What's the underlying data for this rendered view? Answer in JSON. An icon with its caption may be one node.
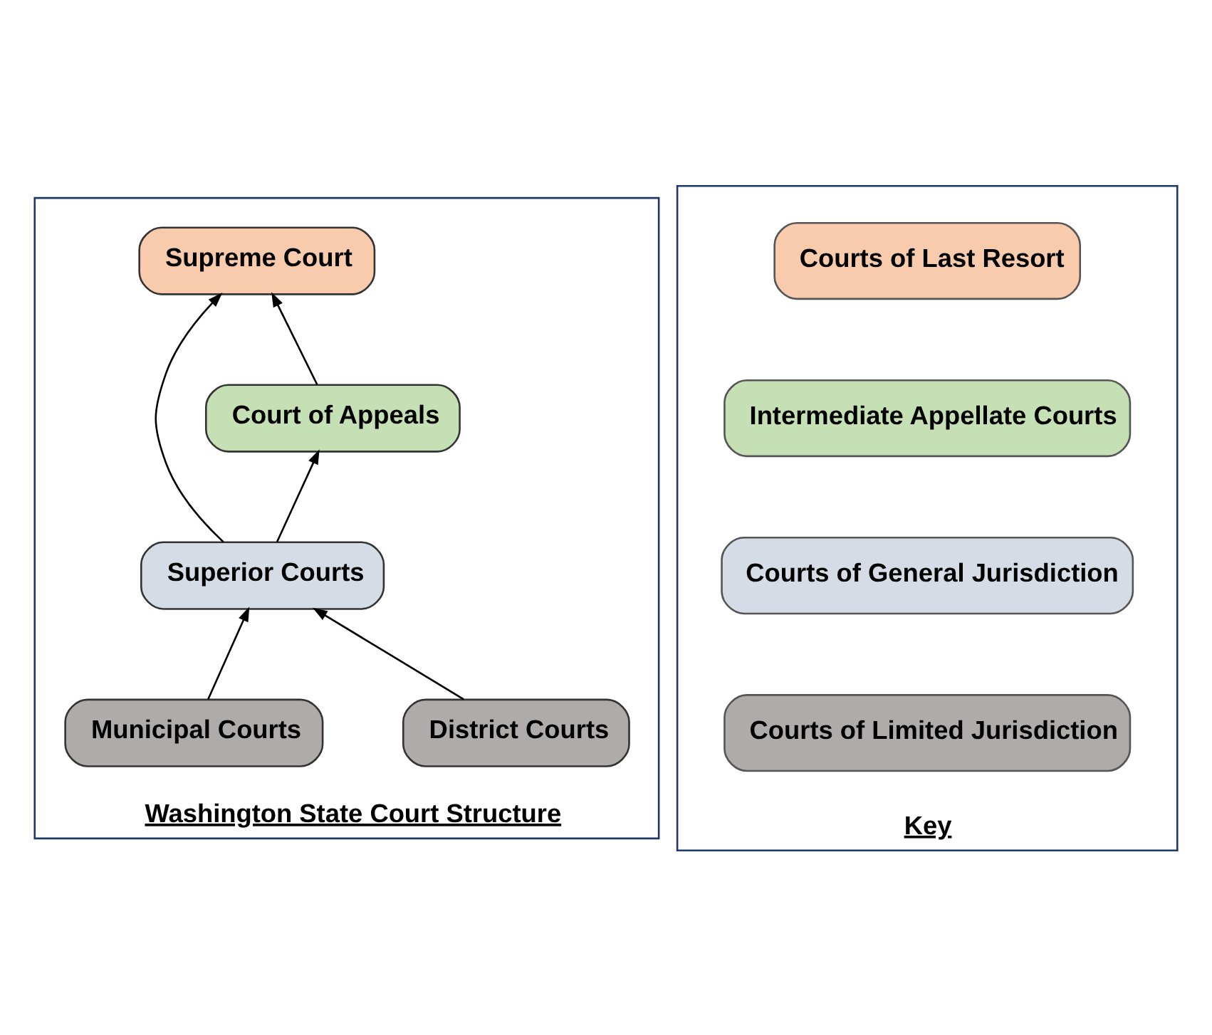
{
  "diagram": {
    "nodes": [
      {
        "text": [
          "Washington State Court Structure"
        ]
      },
      {
        "text": [
          "Supreme Court"
        ],
        "in": 0
      },
      {
        "text": [
          "Court of Appeals"
        ],
        "in": 0
      },
      {
        "text": [
          "Superior Courts"
        ],
        "in": 0
      },
      {
        "text": [
          "Municipal Courts"
        ],
        "in": 0
      },
      {
        "text": [
          "District Courts"
        ],
        "in": 0
      },
      {
        "text": [
          "Key"
        ]
      }
    ],
    "edges": [
      {
        "from": 3,
        "to": 1,
        "arrow": "to"
      },
      {
        "from": 2,
        "to": 1,
        "arrow": "to"
      },
      {
        "from": 3,
        "to": 2,
        "arrow": "to"
      },
      {
        "from": 4,
        "to": 3,
        "arrow": "to"
      },
      {
        "from": 5,
        "to": 3,
        "arrow": "to"
      }
    ],
    "legend": [
      {
        "text": "Courts of Last Resort",
        "color": "#f8cbad"
      },
      {
        "text": "Intermediate Appellate Courts",
        "color": "#c5e0b4"
      },
      {
        "text": "Courts of General Jurisdiction",
        "color": "#d6dce5"
      },
      {
        "text": "Courts of Limited Jurisdiction",
        "color": "#afabab"
      }
    ]
  }
}
